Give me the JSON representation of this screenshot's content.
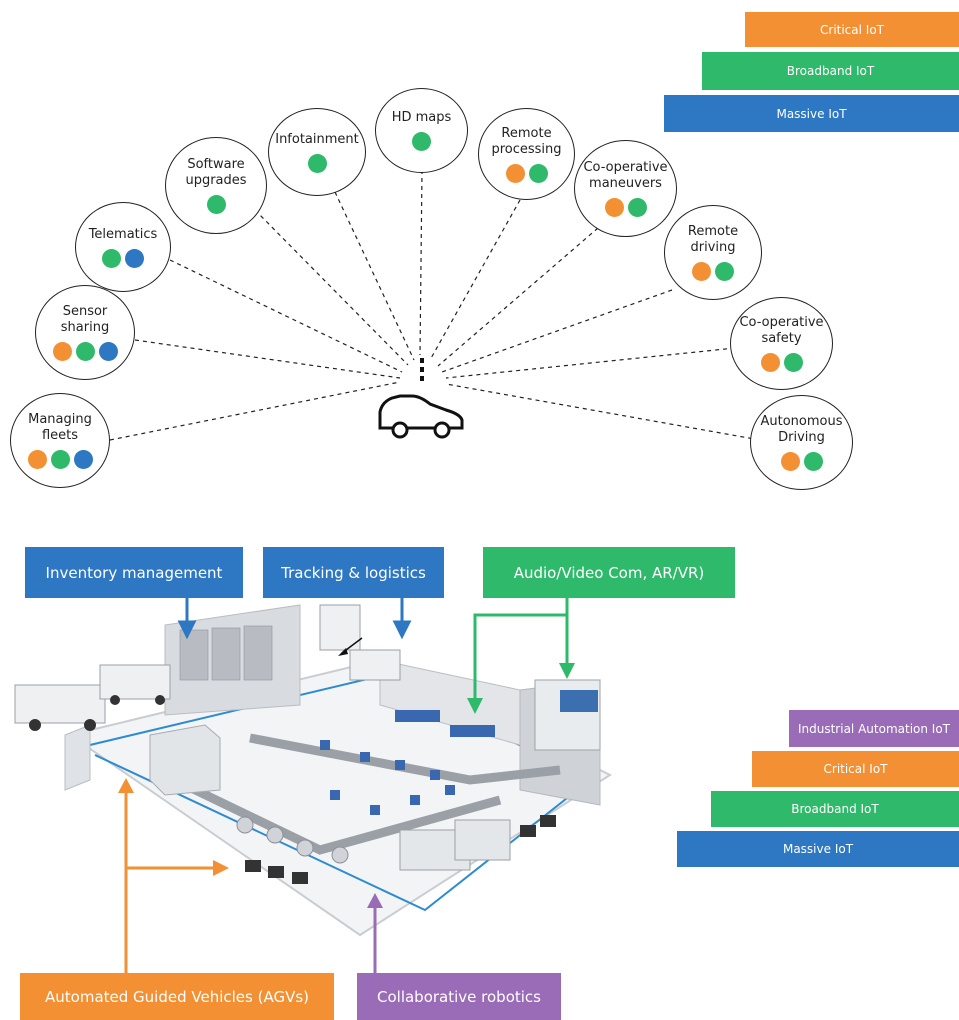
{
  "colors": {
    "critical": "#f39033",
    "broadband": "#2fb96a",
    "massive": "#2e77c2",
    "industrial": "#9a6bb6"
  },
  "top_legend": [
    {
      "label": "Critical IoT",
      "color": "#f39033"
    },
    {
      "label": "Broadband IoT",
      "color": "#2fb96a"
    },
    {
      "label": "Massive IoT",
      "color": "#2e77c2"
    }
  ],
  "use_cases": [
    {
      "label": "Managing\nfleets",
      "dots": [
        "#f39033",
        "#2fb96a",
        "#2e77c2"
      ]
    },
    {
      "label": "Sensor\nsharing",
      "dots": [
        "#f39033",
        "#2fb96a",
        "#2e77c2"
      ]
    },
    {
      "label": "Telematics",
      "dots": [
        "#2fb96a",
        "#2e77c2"
      ]
    },
    {
      "label": "Software\nupgrades",
      "dots": [
        "#2fb96a"
      ]
    },
    {
      "label": "Infotainment",
      "dots": [
        "#2fb96a"
      ]
    },
    {
      "label": "HD maps",
      "dots": [
        "#2fb96a"
      ]
    },
    {
      "label": "Remote\nprocessing",
      "dots": [
        "#f39033",
        "#2fb96a"
      ]
    },
    {
      "label": "Co-operative\nmaneuvers",
      "dots": [
        "#f39033",
        "#2fb96a"
      ]
    },
    {
      "label": "Remote\ndriving",
      "dots": [
        "#f39033",
        "#2fb96a"
      ]
    },
    {
      "label": "Co-operative\nsafety",
      "dots": [
        "#f39033",
        "#2fb96a"
      ]
    },
    {
      "label": "Autonomous\nDriving",
      "dots": [
        "#f39033",
        "#2fb96a"
      ]
    }
  ],
  "callouts": {
    "inventory": "Inventory management",
    "tracking": "Tracking & logistics",
    "audio_video": "Audio/Video Com, AR/VR)",
    "agv": "Automated Guided Vehicles (AGVs)",
    "cobots": "Collaborative robotics"
  },
  "bottom_legend": [
    {
      "label": "Industrial Automation IoT",
      "color": "#9a6bb6"
    },
    {
      "label": "Critical IoT",
      "color": "#f39033"
    },
    {
      "label": "Broadband IoT",
      "color": "#2fb96a"
    },
    {
      "label": "Massive IoT",
      "color": "#2e77c2"
    }
  ]
}
